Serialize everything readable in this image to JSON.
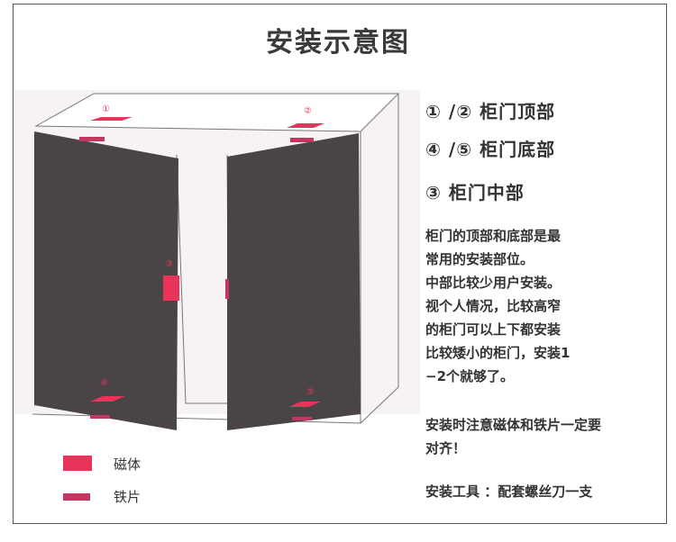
{
  "title": "安装示意图",
  "parts": [
    {
      "label": "① /② 柜门顶部"
    },
    {
      "label": "④ /⑤  柜门底部"
    },
    {
      "label": "③  柜门中部"
    }
  ],
  "markers": {
    "m1": "①",
    "m2": "②",
    "m3": "③",
    "m4": "④",
    "m5": "⑤"
  },
  "description_lines": [
    "柜门的顶部和底部是最",
    "常用的安装部位。",
    "中部比较少用户安装。",
    "视个人情况，比较高窄",
    "的柜门可以上下都安装",
    "比较矮小的柜门，安装1",
    "−2个就够了。"
  ],
  "note_lines": [
    "安装时注意磁体和铁片一定要",
    "对齐！"
  ],
  "tools": "安装工具 ：配套螺丝刀一支",
  "legend": {
    "magnet": "磁体",
    "iron": "铁片"
  },
  "colors": {
    "door": "#4a4446",
    "magnet": "#e8335a",
    "iron": "#c43560",
    "outline": "#777777"
  }
}
